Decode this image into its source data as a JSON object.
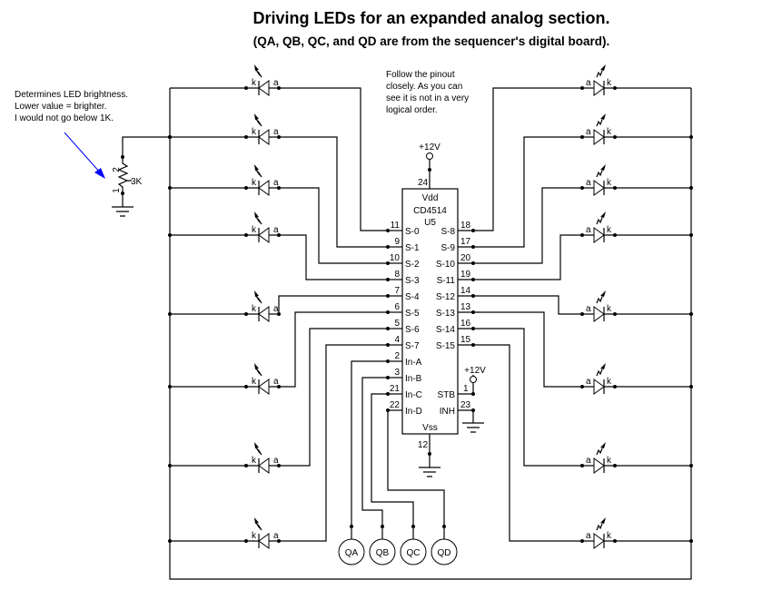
{
  "title": "Driving LEDs for an expanded analog section.",
  "subtitle": "(QA, QB, QC, and QD are from the sequencer's digital board).",
  "notes": {
    "brightness": "Determines LED brightness.\nLower value = brighter.\nI would not go below 1K.",
    "pinout": "Follow the pinout\nclosely. As you can\nsee it is not in a very\nlogical order."
  },
  "resistor": {
    "value": "3K",
    "pin_top": "2",
    "pin_bottom": "1"
  },
  "arrow_color": "#0000ff",
  "chip": {
    "part": "CD4514",
    "ref": "U5",
    "vdd_label": "Vdd",
    "vss_label": "Vss",
    "vdd_pin": "24",
    "vss_pin": "12",
    "supply_label": "+12V",
    "left_pins": [
      {
        "pin": "11",
        "name": "S-0"
      },
      {
        "pin": "9",
        "name": "S-1"
      },
      {
        "pin": "10",
        "name": "S-2"
      },
      {
        "pin": "8",
        "name": "S-3"
      },
      {
        "pin": "7",
        "name": "S-4"
      },
      {
        "pin": "6",
        "name": "S-5"
      },
      {
        "pin": "5",
        "name": "S-6"
      },
      {
        "pin": "4",
        "name": "S-7"
      },
      {
        "pin": "2",
        "name": "In-A"
      },
      {
        "pin": "3",
        "name": "In-B"
      },
      {
        "pin": "21",
        "name": "In-C"
      },
      {
        "pin": "22",
        "name": "In-D"
      }
    ],
    "right_pins": [
      {
        "pin": "18",
        "name": "S-8"
      },
      {
        "pin": "17",
        "name": "S-9"
      },
      {
        "pin": "20",
        "name": "S-10"
      },
      {
        "pin": "19",
        "name": "S-11"
      },
      {
        "pin": "14",
        "name": "S-12"
      },
      {
        "pin": "13",
        "name": "S-13"
      },
      {
        "pin": "16",
        "name": "S-14"
      },
      {
        "pin": "15",
        "name": "S-15"
      }
    ],
    "control_pins": [
      {
        "pin": "1",
        "name": "STB",
        "connection": "+12V"
      },
      {
        "pin": "23",
        "name": "INH",
        "connection": "ground"
      }
    ]
  },
  "inputs": [
    "QA",
    "QB",
    "QC",
    "QD"
  ],
  "led": {
    "cathode_label": "k",
    "anode_label": "a",
    "count_per_side": 8
  }
}
